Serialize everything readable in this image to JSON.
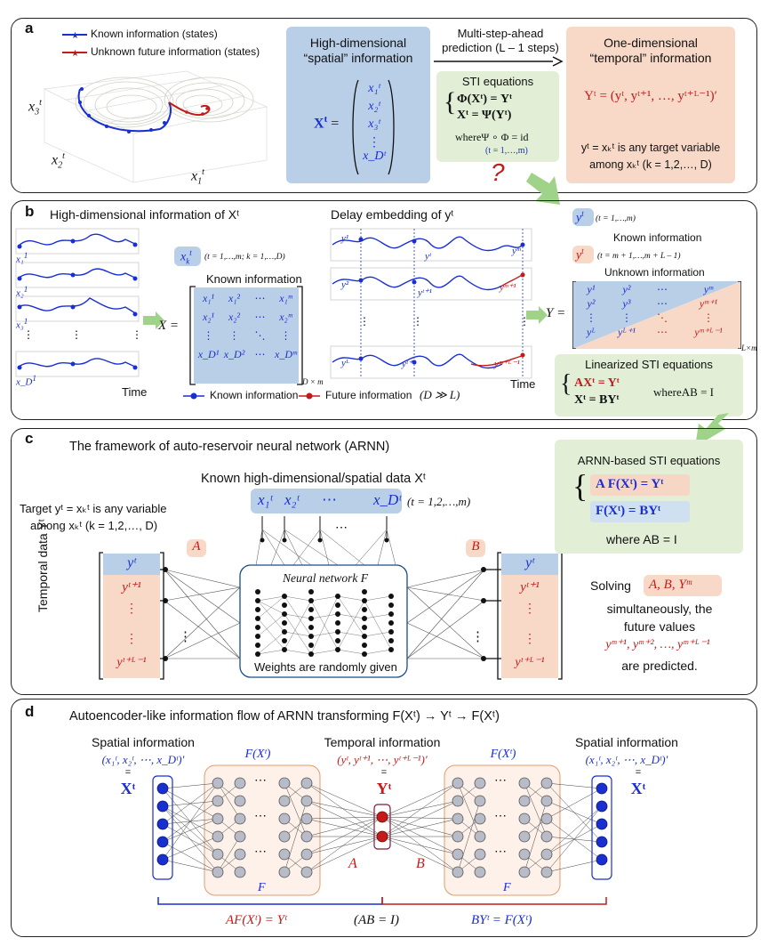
{
  "panel_a": {
    "label": "a",
    "legend_known": "Known information (states)",
    "legend_unknown": "Unknown future information (states)",
    "axis_x3": "x",
    "axis_x2": "x",
    "axis_x1": "x",
    "hd_title_1": "High-dimensional",
    "hd_title_2": "“spatial” information",
    "X_lhs": "X",
    "X_entries": [
      "x₁ᵗ",
      "x₂ᵗ",
      "x₃ᵗ",
      "⋮",
      "x_Dᵗ"
    ],
    "arrow_text_1": "Multi-step-ahead",
    "arrow_text_2": "prediction (L – 1 steps)",
    "sti_title": "STI equations",
    "sti_eq1": "Φ(Xᵗ) = Yᵗ",
    "sti_eq2": "Xᵗ = Ψ(Yᵗ)",
    "sti_where": "whereΨ ∘ Φ = id",
    "sti_range": "(t = 1,…,m)",
    "question": "?",
    "od_title_1": "One-dimensional",
    "od_title_2": "“temporal” information",
    "Y_def": "Yᵗ = (yᵗ, yᵗ⁺¹, …, yᵗ⁺ᴸ⁻¹)′",
    "yk_1": "yᵗ = xₖᵗ is any target variable",
    "yk_2": "among xₖᵗ (k = 1,2,…, D)"
  },
  "panel_b": {
    "label": "b",
    "title_left": "High-dimensional information of Xᵗ",
    "title_mid": "Delay embedding of yᵗ",
    "time_left": "Time",
    "time_right": "Time",
    "known_info": "Known information",
    "xk_note": "(t = 1,…,m; k = 1,…,D)",
    "X_label": "X =",
    "X_rows": [
      [
        "x₁¹",
        "x₁²",
        "⋯",
        "x₁ᵐ"
      ],
      [
        "x₂¹",
        "x₂²",
        "⋯",
        "x₂ᵐ"
      ],
      [
        "⋮",
        "⋮",
        "⋱",
        "⋮"
      ],
      [
        "x_D¹",
        "x_D²",
        "⋯",
        "x_Dᵐ"
      ]
    ],
    "X_dim": "D × m",
    "legend_known": "Known information",
    "legend_future": "Future information",
    "D_gg_L": "(D ≫ L)",
    "yt_known_note": "(t = 1,…,m)",
    "known_label": "Known information",
    "yt_unknown_note": "(t = m + 1,…,m + L – 1)",
    "unknown_label": "Unknown information",
    "Y_label": "Y =",
    "Y_rows": [
      [
        "y¹",
        "y²",
        "⋯",
        "yᵐ"
      ],
      [
        "y²",
        "y³",
        "⋯",
        "yᵐ⁺¹"
      ],
      [
        "⋮",
        "⋮",
        "⋱",
        "⋮"
      ],
      [
        "yᴸ",
        "yᴸ⁺¹",
        "⋯",
        "yᵐ⁺ᴸ⁻¹"
      ]
    ],
    "Y_dim": "L×m",
    "lin_title": "Linearized STI equations",
    "lin_eq1": "AXᵗ = Yᵗ",
    "lin_eq2": "Xᵗ = BYᵗ",
    "lin_where": "whereAB = I",
    "left_series": [
      "x₁",
      "x₂",
      "x₃",
      "x_D"
    ],
    "right_series": [
      "y¹",
      "y²",
      "yᴸ"
    ],
    "right_mid_labels": [
      "yᵗ",
      "yᵗ⁺¹",
      "yᵗ⁺ᴸ"
    ],
    "right_end_labels": [
      "yᵐ",
      "yᵐ⁺¹",
      "yᵐ⁺ᴸ⁻¹"
    ]
  },
  "panel_c": {
    "label": "c",
    "title": "The framework of auto-reservoir neural network (ARNN)",
    "known_hd": "Known high-dimensional/spatial data Xᵗ",
    "x_inputs": [
      "x₁ᵗ",
      "x₂ᵗ",
      "⋯",
      "x_Dᵗ"
    ],
    "t_range": "(t = 1,2,…,m)",
    "target_1": "Target yᵗ = xₖᵗ is any variable",
    "target_2": "among xₖᵗ (k = 1,2,…, D)",
    "temporal_data": "Temporal data Yᵗ",
    "A": "A",
    "B": "B",
    "nn_label": "Neural network F",
    "weights": "Weights are randomly given",
    "y_col": [
      "yᵗ",
      "yᵗ⁺¹",
      "⋮",
      "⋮",
      "yᵗ⁺ᴸ⁻¹"
    ],
    "arnn_title": "ARNN-based STI equations",
    "arnn_eq1": "A F(Xᵗ) = Yᵗ",
    "arnn_eq2": "F(Xᵗ) = BYᵗ",
    "arnn_where": "where AB = I",
    "solving": "Solving",
    "solving_vars": "A, B, Yᵐ",
    "simult": "simultaneously, the",
    "future_values": "future values",
    "pred_seq": "yᵐ⁺¹, yᵐ⁺², …, yᵐ⁺ᴸ⁻¹",
    "predicted": "are predicted.",
    "dots": "⋮"
  },
  "panel_d": {
    "label": "d",
    "title": "Autoencoder-like information flow of ARNN transforming F(Xᵗ) → Yᵗ → F(Xᵗ)",
    "spatial_left": "Spatial information",
    "spatial_left_tuple": "(x₁ᵗ, x₂ᵗ, ⋯, x_Dᵗ)′",
    "temporal": "Temporal information",
    "temporal_tuple": "(yᵗ, yᵗ⁺¹, ⋯, yᵗ⁺ᴸ⁻¹)′",
    "spatial_right": "Spatial information",
    "spatial_right_tuple": "(x₁ᵗ, x₂ᵗ, ⋯, x_Dᵗ)′",
    "eqsign": "=",
    "Xt": "Xᵗ",
    "Yt": "Yᵗ",
    "FXt_left": "F(Xᵗ)",
    "FXt_right": "F(Xᵗ)",
    "F_left": "F",
    "F_right": "F",
    "A": "A",
    "B": "B",
    "eq_left": "AF(Xᵗ) = Yᵗ",
    "eq_mid": "(AB = I)",
    "eq_right": "BYᵗ = F(Xᵗ)",
    "dots": "⋯"
  },
  "colors": {
    "blue": "#1a2fd0",
    "red": "#c41a1a",
    "hd_box": "#b9cfe8",
    "od_box": "#f8d9c8",
    "green_box": "#e2efd6",
    "green_arrow": "#9fd38a",
    "peach_box": "#f6d7c6"
  }
}
